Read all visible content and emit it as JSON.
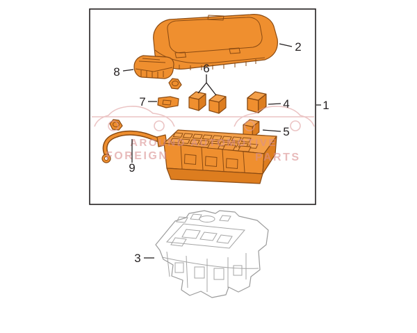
{
  "diagram": {
    "callouts": {
      "c1": "1",
      "c2": "2",
      "c3": "3",
      "c4": "4",
      "c5": "5",
      "c6": "6",
      "c7": "7",
      "c8": "8",
      "c9": "9"
    },
    "watermark": {
      "line1": "AROUND AUTOMOTIVE",
      "line2_left": "FOREIGN",
      "line2_right": "PARTS"
    },
    "colors": {
      "part_fill": "#ef8f2f",
      "part_top": "#f4a04a",
      "part_side": "#dd7d1f",
      "part_outline": "#8a4a12",
      "frame_stroke": "#231f20",
      "watermark_pink": "#d98f8f",
      "housing_gray": "#9b9b9b",
      "background": "#ffffff"
    }
  }
}
